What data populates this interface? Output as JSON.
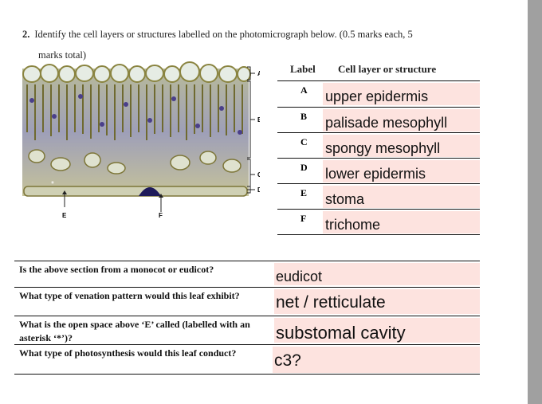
{
  "question": {
    "number": "2.",
    "text": "Identify the cell layers or structures labelled on the photomicrograph below. (0.5 marks each, 5",
    "text_cont": "marks total)"
  },
  "figure": {
    "labels": {
      "A": "A",
      "B": "B",
      "C": "C",
      "D": "D",
      "E": "E",
      "F": "F"
    },
    "asterisk": "*"
  },
  "table": {
    "header_label": "Label",
    "header_structure": "Cell layer or structure",
    "rows": [
      {
        "label": "A",
        "answer": "upper epidermis"
      },
      {
        "label": "B",
        "answer": "palisade mesophyll"
      },
      {
        "label": "C",
        "answer": "spongy mesophyll"
      },
      {
        "label": "D",
        "answer": "lower epidermis"
      },
      {
        "label": "E",
        "answer": "stoma"
      },
      {
        "label": "F",
        "answer": "trichome"
      }
    ]
  },
  "questions": [
    {
      "q": "Is the above section from a monocot or eudicot?",
      "answer": "eudicot"
    },
    {
      "q": "What type of venation pattern would this leaf exhibit?",
      "answer": "net / retticulate"
    },
    {
      "q": "What is the open space above ‘E’ called (labelled with an asterisk ‘*’)?",
      "answer": "substomal cavity"
    },
    {
      "q": "What type of photosynthesis would this leaf conduct?",
      "answer": "c3?"
    }
  ],
  "colors": {
    "answer_fill": "#fde3df",
    "scrollbar": "#a0a0a0"
  }
}
